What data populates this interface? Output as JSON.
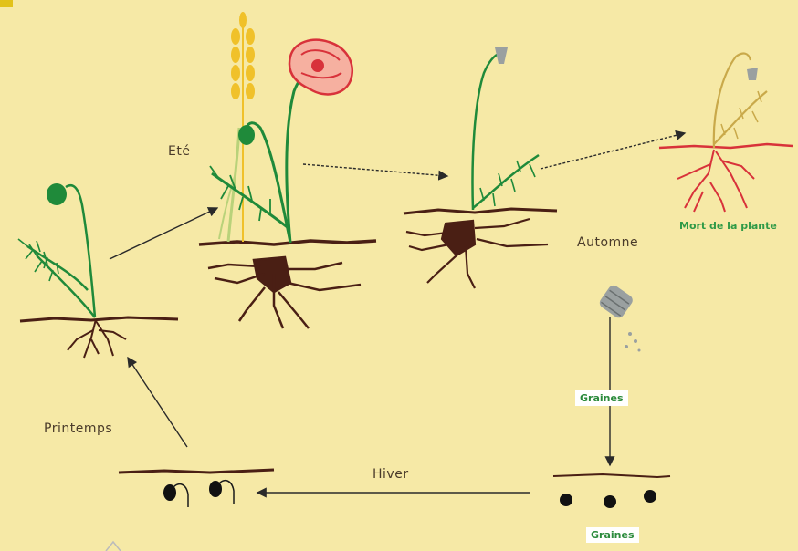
{
  "labels": {
    "ete": "Eté",
    "automne": "Automne",
    "printemps": "Printemps",
    "hiver": "Hiver",
    "mort": "Mort de la plante",
    "graines_top": "Graines",
    "graines_bottom": "Graines"
  },
  "colors": {
    "background": "#f6e9a6",
    "stem_green": "#1f8a3a",
    "soil_brown": "#4a1f14",
    "poppy_red": "#d8323a",
    "wheat_yellow": "#f0c12a",
    "dead_plant": "#c9a94a",
    "dead_roots": "#d8323a",
    "arrow": "#2a2a2a",
    "seed": "#111111",
    "pod_gray": "#9aa0a0"
  },
  "icons": [
    "seedling-icon",
    "poppy-flower-icon",
    "wheat-icon",
    "seed-pod-icon",
    "seed-icon"
  ]
}
